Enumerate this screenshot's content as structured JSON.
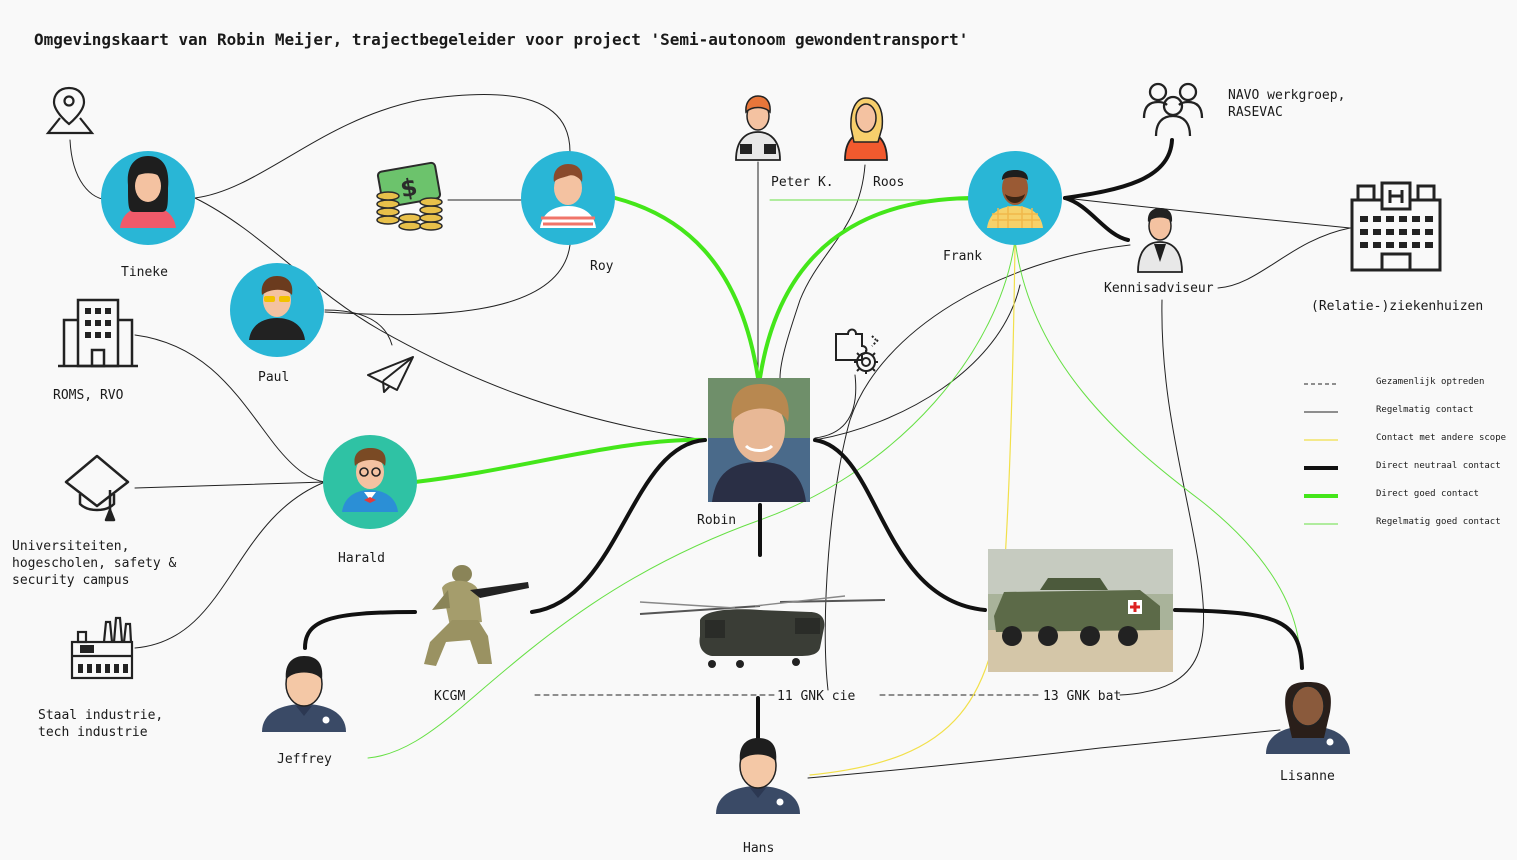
{
  "title": "Omgevingskaart van Robin Meijer, trajectbegeleider voor project 'Semi-autonoom gewondentransport'",
  "nodes": {
    "tineke": "Tineke",
    "roy": "Roy",
    "paul": "Paul",
    "harald": "Harald",
    "robin": "Robin",
    "frank": "Frank",
    "peter": "Peter K.",
    "roos": "Roos",
    "kennisadviseur": "Kennisadviseur",
    "navo": "NAVO werkgroep,\nRASEVAC",
    "ziekenhuizen": "(Relatie-)ziekenhuizen",
    "roms": "ROMS, RVO",
    "universiteiten": "Universiteiten,\nhogescholen, safety &\nsecurity campus",
    "industrie": "Staal industrie,\ntech industrie",
    "kcgm": "KCGM",
    "jeffrey": "Jeffrey",
    "gnk_cie": "11 GNK cie",
    "gnk_bat": "13 GNK bat",
    "hans": "Hans",
    "lisanne": "Lisanne"
  },
  "legend": [
    {
      "label": "Gezamenlijk optreden",
      "color": "#222222",
      "style": "dashed",
      "weight": "thin"
    },
    {
      "label": "Regelmatig contact",
      "color": "#222222",
      "style": "solid",
      "weight": "thin"
    },
    {
      "label": "Contact met andere scope",
      "color": "#f2e04a",
      "style": "solid",
      "weight": "thin"
    },
    {
      "label": "Direct neutraal contact",
      "color": "#111111",
      "style": "solid",
      "weight": "thick"
    },
    {
      "label": "Direct goed contact",
      "color": "#44e61a",
      "style": "solid",
      "weight": "thick"
    },
    {
      "label": "Regelmatig goed contact",
      "color": "#66e044",
      "style": "solid",
      "weight": "thin"
    }
  ],
  "colors": {
    "avatar_blue": "#29b6d6",
    "avatar_teal": "#2fc2a4",
    "green_strong": "#44e61a",
    "green_light": "#66e044",
    "yellow": "#f2e04a",
    "black": "#111111"
  }
}
